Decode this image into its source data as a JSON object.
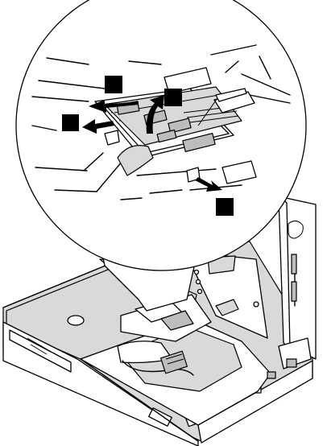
{
  "figure": {
    "steps": [
      {
        "id": "step-1",
        "label": ""
      },
      {
        "id": "step-2",
        "label": ""
      },
      {
        "id": "step-3",
        "label": ""
      },
      {
        "id": "step-4",
        "label": ""
      }
    ],
    "arrows": [
      "release-left-arrow",
      "release-left-lower-arrow",
      "lift-up-arrow",
      "pull-right-arrow"
    ]
  }
}
